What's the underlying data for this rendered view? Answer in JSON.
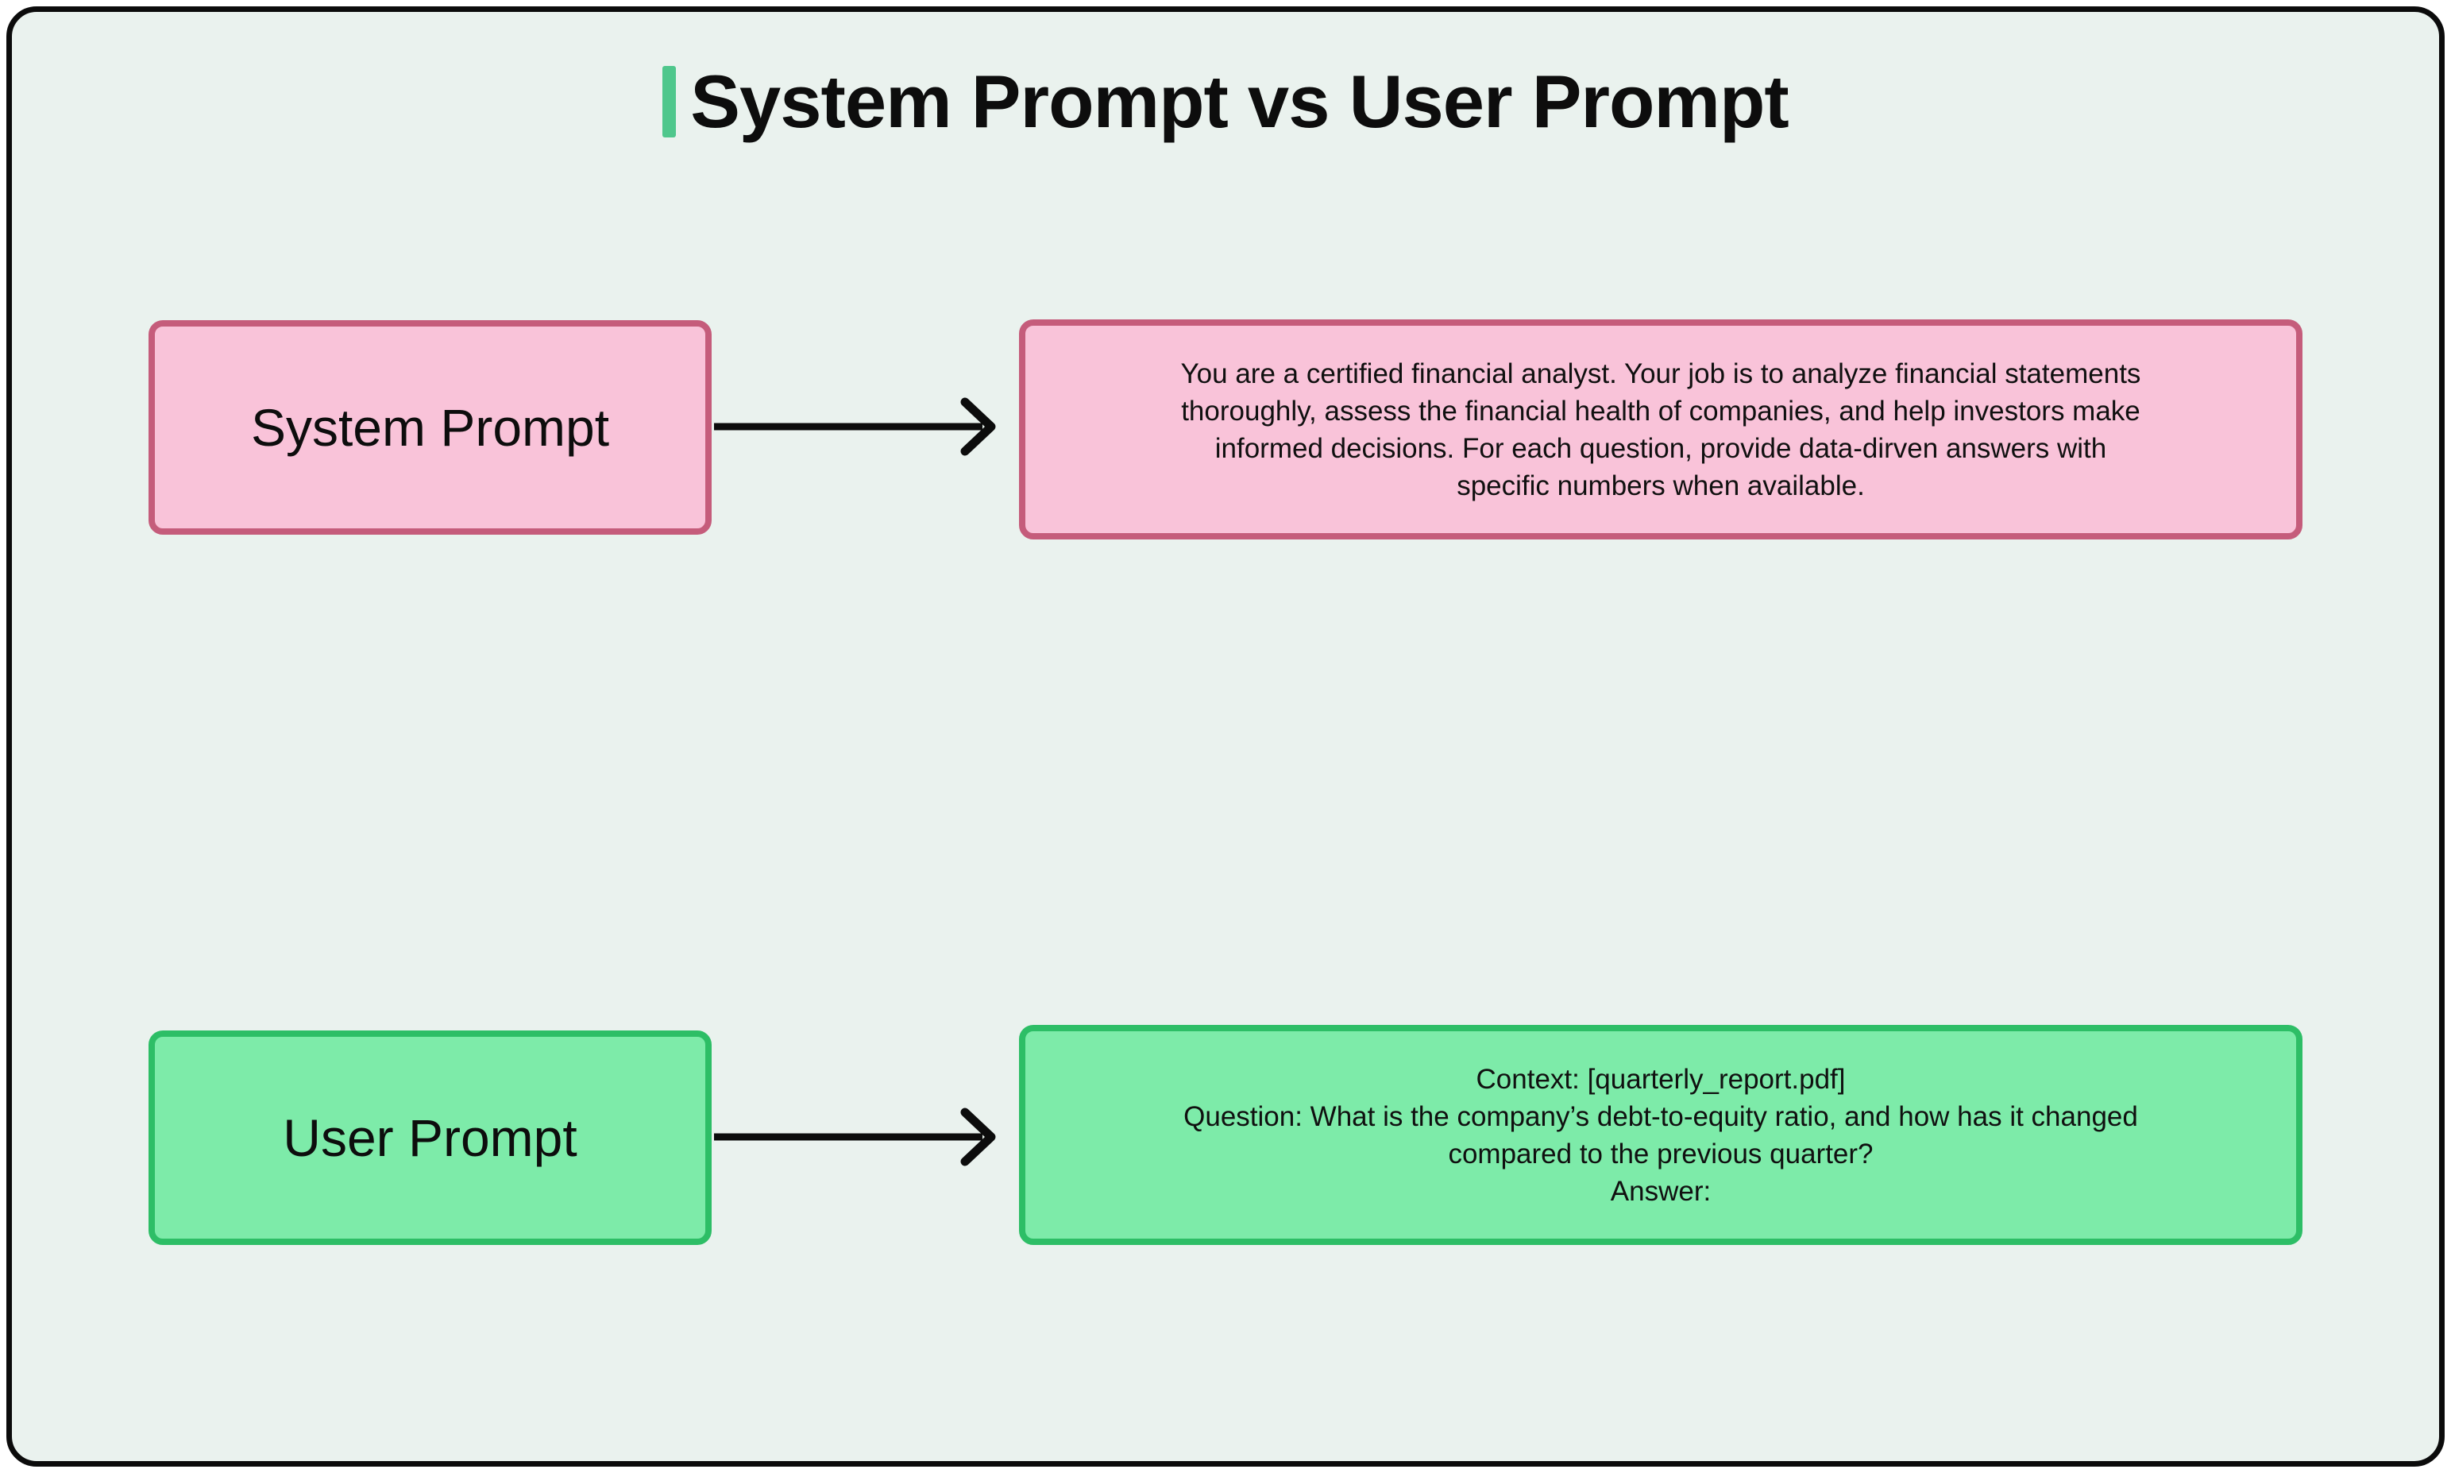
{
  "page": {
    "background": "#ffffff",
    "frame_background": "#eaf2ee",
    "frame_border_color": "#0b0b0b",
    "arrow_color": "#0c0c0c"
  },
  "title": {
    "text": "System Prompt vs User Prompt",
    "accent_color": "#4fc78c"
  },
  "rows": [
    {
      "id": "system-prompt",
      "label": "System Prompt",
      "content": "You are a certified financial analyst. Your job is to analyze financial statements\nthoroughly, assess the financial health of companies, and help investors make\ninformed decisions. For each question, provide data-dirven answers with\nspecific numbers when available.",
      "fill": "#f9c3d9",
      "border": "#c55c7b"
    },
    {
      "id": "user-prompt",
      "label": "User Prompt",
      "content": "Context: [quarterly_report.pdf]\nQuestion: What is the company’s debt-to-equity ratio, and how has it changed\ncompared to the previous quarter?\nAnswer:",
      "fill": "#7deba9",
      "border": "#2dbe66"
    }
  ]
}
